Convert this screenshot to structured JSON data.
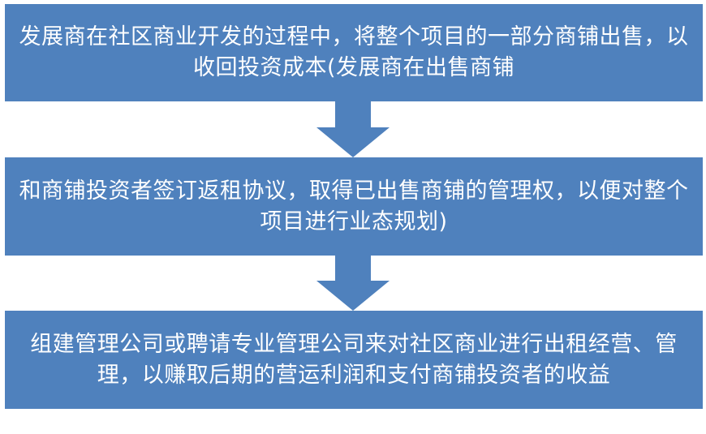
{
  "steps": [
    {
      "text": "发展商在社区商业开发的过程中，将整个项目的一部分商铺出售，以收回投资成本(发展商在出售商铺"
    },
    {
      "text": "和商铺投资者签订返租协议，取得已出售商铺的管理权，以便对整个项目进行业态规划)"
    },
    {
      "text": "组建管理公司或聘请专业管理公司来对社区商业进行出租经营、管理，以赚取后期的营运利润和支付商铺投资者的收益"
    }
  ],
  "colors": {
    "box_fill": "#4f81bd",
    "text": "#ffffff",
    "background": "#ffffff"
  }
}
